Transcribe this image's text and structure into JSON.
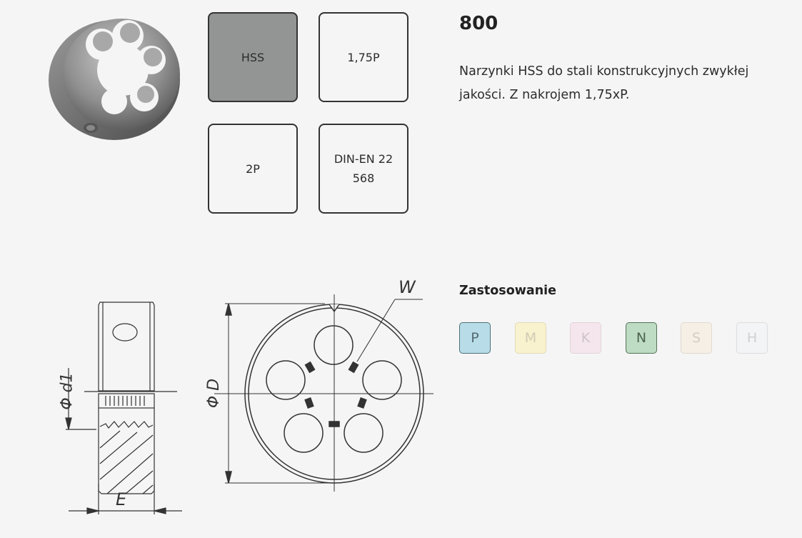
{
  "product": {
    "number": "800",
    "description": "Narzynki HSS do stali konstrukcyjnych zwykłej jakości. Z nakrojem 1,75xP."
  },
  "spec_tiles": [
    {
      "label": "HSS",
      "active": true
    },
    {
      "label": "1,75P",
      "active": false
    },
    {
      "label": "2P",
      "active": false
    },
    {
      "label": "DIN-EN 22\n568",
      "active": false
    }
  ],
  "application": {
    "title": "Zastosowanie",
    "badges": [
      {
        "label": "P",
        "bg": "#b8dde9",
        "border": "#4d6f78",
        "text": "#546a6f",
        "active": true
      },
      {
        "label": "M",
        "bg": "#f9f2ce",
        "border": "#e1dbb8",
        "text": "#d0cbb4",
        "active": false
      },
      {
        "label": "K",
        "bg": "#f5e6ee",
        "border": "#e2d2da",
        "text": "#cdc4c8",
        "active": false
      },
      {
        "label": "N",
        "bg": "#bddcc3",
        "border": "#55725a",
        "text": "#4c6350",
        "active": true
      },
      {
        "label": "S",
        "bg": "#f5efe5",
        "border": "#e0dad0",
        "text": "#d2cdc6",
        "active": false
      },
      {
        "label": "H",
        "bg": "#f3f4f5",
        "border": "#dcdddf",
        "text": "#cfd0d2",
        "active": false
      }
    ]
  },
  "drawing": {
    "labels": {
      "d1": "Φ d1",
      "E": "E",
      "D": "Φ D",
      "W": "W"
    }
  }
}
